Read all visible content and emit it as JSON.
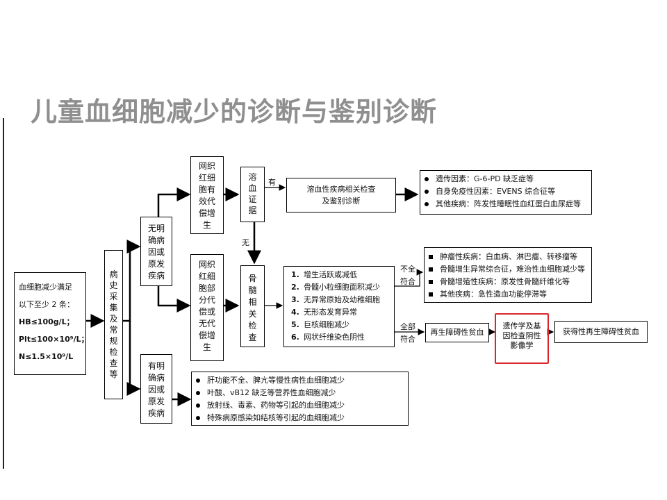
{
  "title": "儿童血细胞减少的诊断与鉴别诊断",
  "criteria": {
    "lines": [
      "血细胞减少满足",
      "以下至少 2 条：",
      "HB≤100g/L；",
      "Plt≤100×10⁹/L；",
      "N≤1.5×10⁹/L"
    ]
  },
  "history_box": "病\n史\n采\n集\n及\n常\n规\n检\n查\n等",
  "no_cause_box": "无明\n确病\n因或\n原发\n疾病",
  "has_cause_box": "有明\n确病\n因或\n原发\n疾病",
  "reticulo_up_box": "网织\n红细\n胞有\n效代\n偿增\n生",
  "reticulo_down_box": "网织\n红细\n胞部\n分代\n偿或\n无代\n偿增\n生",
  "hemolysis_box": "溶\n血\n证\n据",
  "marrow_box": "骨\n髓\n相\n关\n检\n查",
  "label_yes": "有",
  "label_no": "无",
  "hemolysis_tests": [
    "溶血性疾病相关检查",
    "及鉴别诊断"
  ],
  "hemolysis_causes": [
    "遗传因素：G-6-PD 缺乏症等",
    "自身免疫性因素：EVENS 综合征等",
    "其他疾病：阵发性睡眠性血红蛋白血尿症等"
  ],
  "marrow_findings": [
    {
      "num": "1.",
      "text": "增生活跃或减低"
    },
    {
      "num": "2.",
      "text": "骨髓小粒细胞面积减少"
    },
    {
      "num": "3.",
      "text": "无异常原始及幼稚细胞"
    },
    {
      "num": "4.",
      "text": "无形态发育异常"
    },
    {
      "num": "5.",
      "text": "巨核细胞减少"
    },
    {
      "num": "6.",
      "text": "网状纤维染色阴性"
    }
  ],
  "label_not_fit": [
    "不全",
    "符合"
  ],
  "label_all_fit": [
    "全部",
    "符合"
  ],
  "other_diseases": [
    "肿瘤性疾病：白血病、淋巴瘤、转移瘤等",
    "骨髓增生异常综合征，难治性血细胞减少等",
    "骨髓增殖性疾病：原发性骨髓纤维化等",
    "其他疾病：急性造血功能停滞等"
  ],
  "aplastic_box": "再生障碍性贫血",
  "genetic_box": [
    "遗传学及基",
    "因检查阴性",
    "影像学"
  ],
  "acquired_box": "获得性再生障碍性贫血",
  "secondary_causes": [
    "肝功能不全、脾亢等慢性病性血细胞减少",
    "叶酸、vB12 缺乏等营养性血细胞减少",
    "放射线、毒素、药物等引起的血细胞减少",
    "特殊病原感染如结核等引起的血细胞减少"
  ],
  "colors": {
    "title": "#8f8f8f",
    "highlight": "#d9252b"
  }
}
